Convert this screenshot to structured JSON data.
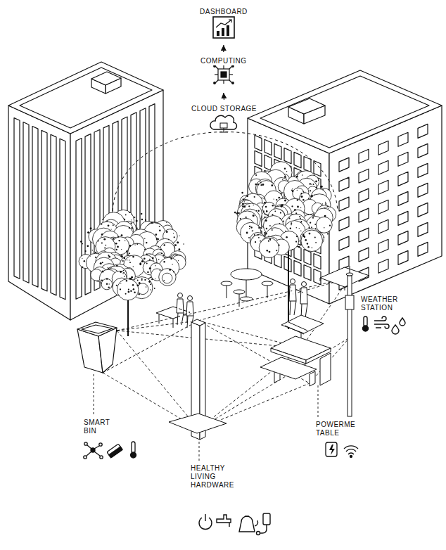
{
  "diagram": {
    "nodes": [
      {
        "text": [
          "DASHBOARD"
        ]
      },
      {
        "text": [
          "COMPUTING"
        ]
      },
      {
        "text": [
          "CLOUD STORAGE"
        ]
      }
    ],
    "edges": [
      {
        "from": 2,
        "to": 1,
        "arrow": "to"
      },
      {
        "from": 1,
        "to": 0,
        "arrow": "to"
      }
    ],
    "labels": [
      "WEATHER STATION",
      "SMART BIN",
      "POWERME TABLE",
      "HEALTHY LIVING HARDWARE"
    ]
  }
}
